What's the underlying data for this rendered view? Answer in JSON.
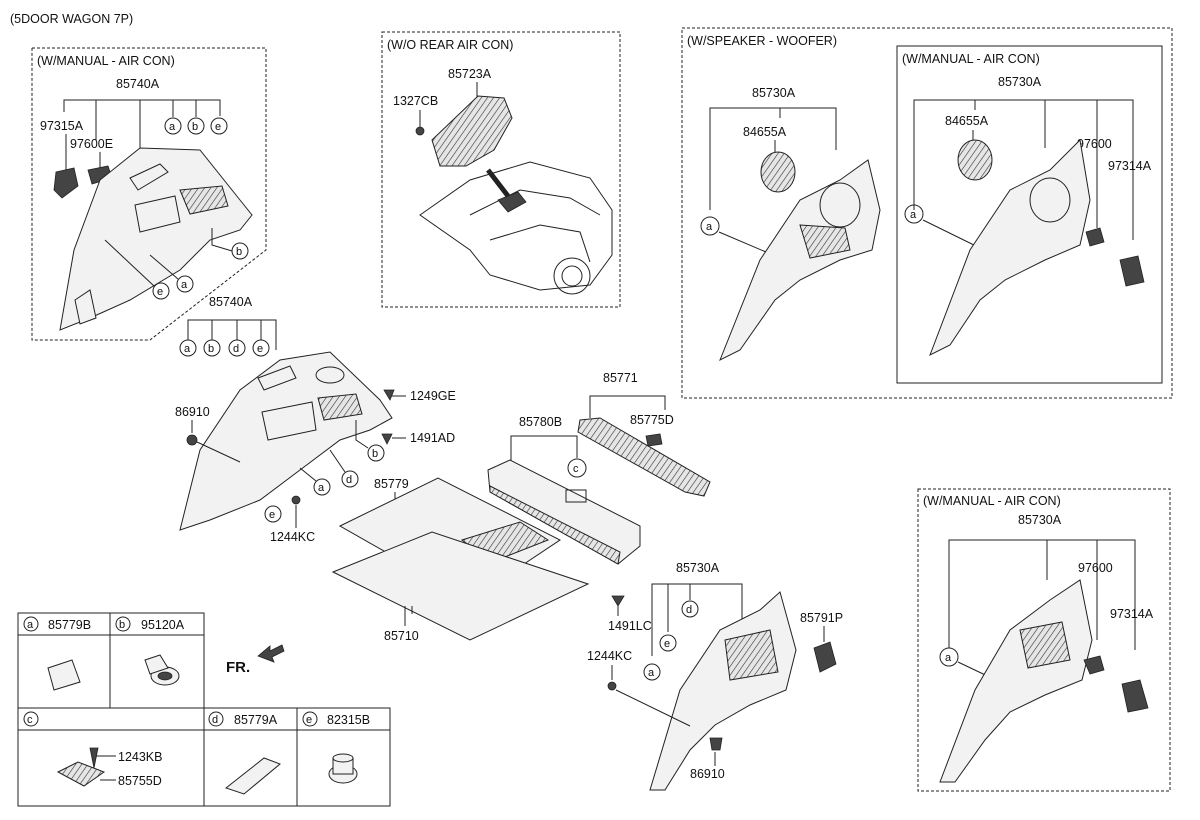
{
  "title": "(5DOOR WAGON 7P)",
  "boxes": {
    "manual_aircon_left": "(W/MANUAL - AIR CON)",
    "wo_rear_aircon": "(W/O REAR AIR CON)",
    "speaker_woofer": "(W/SPEAKER - WOOFER)",
    "manual_aircon_inner": "(W/MANUAL - AIR CON)",
    "manual_aircon_right": "(W/MANUAL - AIR CON)"
  },
  "parts": {
    "p85740A_top": "85740A",
    "p97315A": "97315A",
    "p97600E": "97600E",
    "p85723A": "85723A",
    "p1327CB": "1327CB",
    "p85730A_spk": "85730A",
    "p84655A_spk": "84655A",
    "p85730A_inner": "85730A",
    "p84655A_inner": "84655A",
    "p97600_inner": "97600",
    "p97314A_inner": "97314A",
    "p85740A_main": "85740A",
    "p86910_left": "86910",
    "p1249GE": "1249GE",
    "p1491AD": "1491AD",
    "p1244KC_left": "1244KC",
    "p85771": "85771",
    "p85775D": "85775D",
    "p85780B": "85780B",
    "p85779": "85779",
    "p85710": "85710",
    "p1491LC": "1491LC",
    "p85730A_main": "85730A",
    "p85791P": "85791P",
    "p1244KC_right": "1244KC",
    "p86910_right": "86910",
    "p85730A_right": "85730A",
    "p97600_right": "97600",
    "p97314A_right": "97314A"
  },
  "fr_label": "FR.",
  "legend": [
    {
      "key": "a",
      "part": "85779B"
    },
    {
      "key": "b",
      "part": "95120A"
    },
    {
      "key": "c",
      "part": ""
    },
    {
      "key": "d",
      "part": "85779A"
    },
    {
      "key": "e",
      "part": "82315B"
    }
  ],
  "legend_c_parts": {
    "screw": "1243KB",
    "cover": "85755D"
  },
  "callouts": {
    "a": "a",
    "b": "b",
    "c": "c",
    "d": "d",
    "e": "e"
  }
}
